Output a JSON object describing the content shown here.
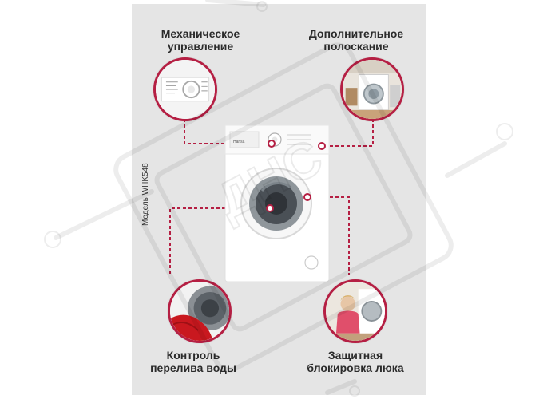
{
  "colors": {
    "accent": "#b51f43",
    "panel_bg": "#e5e5e5",
    "text": "#2b2b2b"
  },
  "features": {
    "mechanical_control": [
      "Механическое",
      "управление"
    ],
    "extra_rinse": [
      "Дополнительное",
      "полоскание"
    ],
    "overflow_control": [
      "Контроль",
      "перелива воды"
    ],
    "door_lock": [
      "Защитная",
      "блокировка люка"
    ]
  },
  "model_label": "Модель WHK548",
  "watermark_text": "ДНС"
}
